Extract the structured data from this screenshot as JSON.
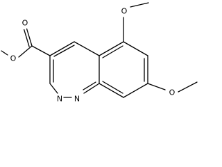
{
  "molecule": {
    "atom_labels": {
      "ester_carbonyl_oxygen": "O",
      "ester_ether_oxygen": "O",
      "methoxy_top_oxygen": "O",
      "methoxy_bottom_oxygen": "O",
      "ring_nitrogen_1": "N",
      "ring_nitrogen_2": "N"
    }
  }
}
